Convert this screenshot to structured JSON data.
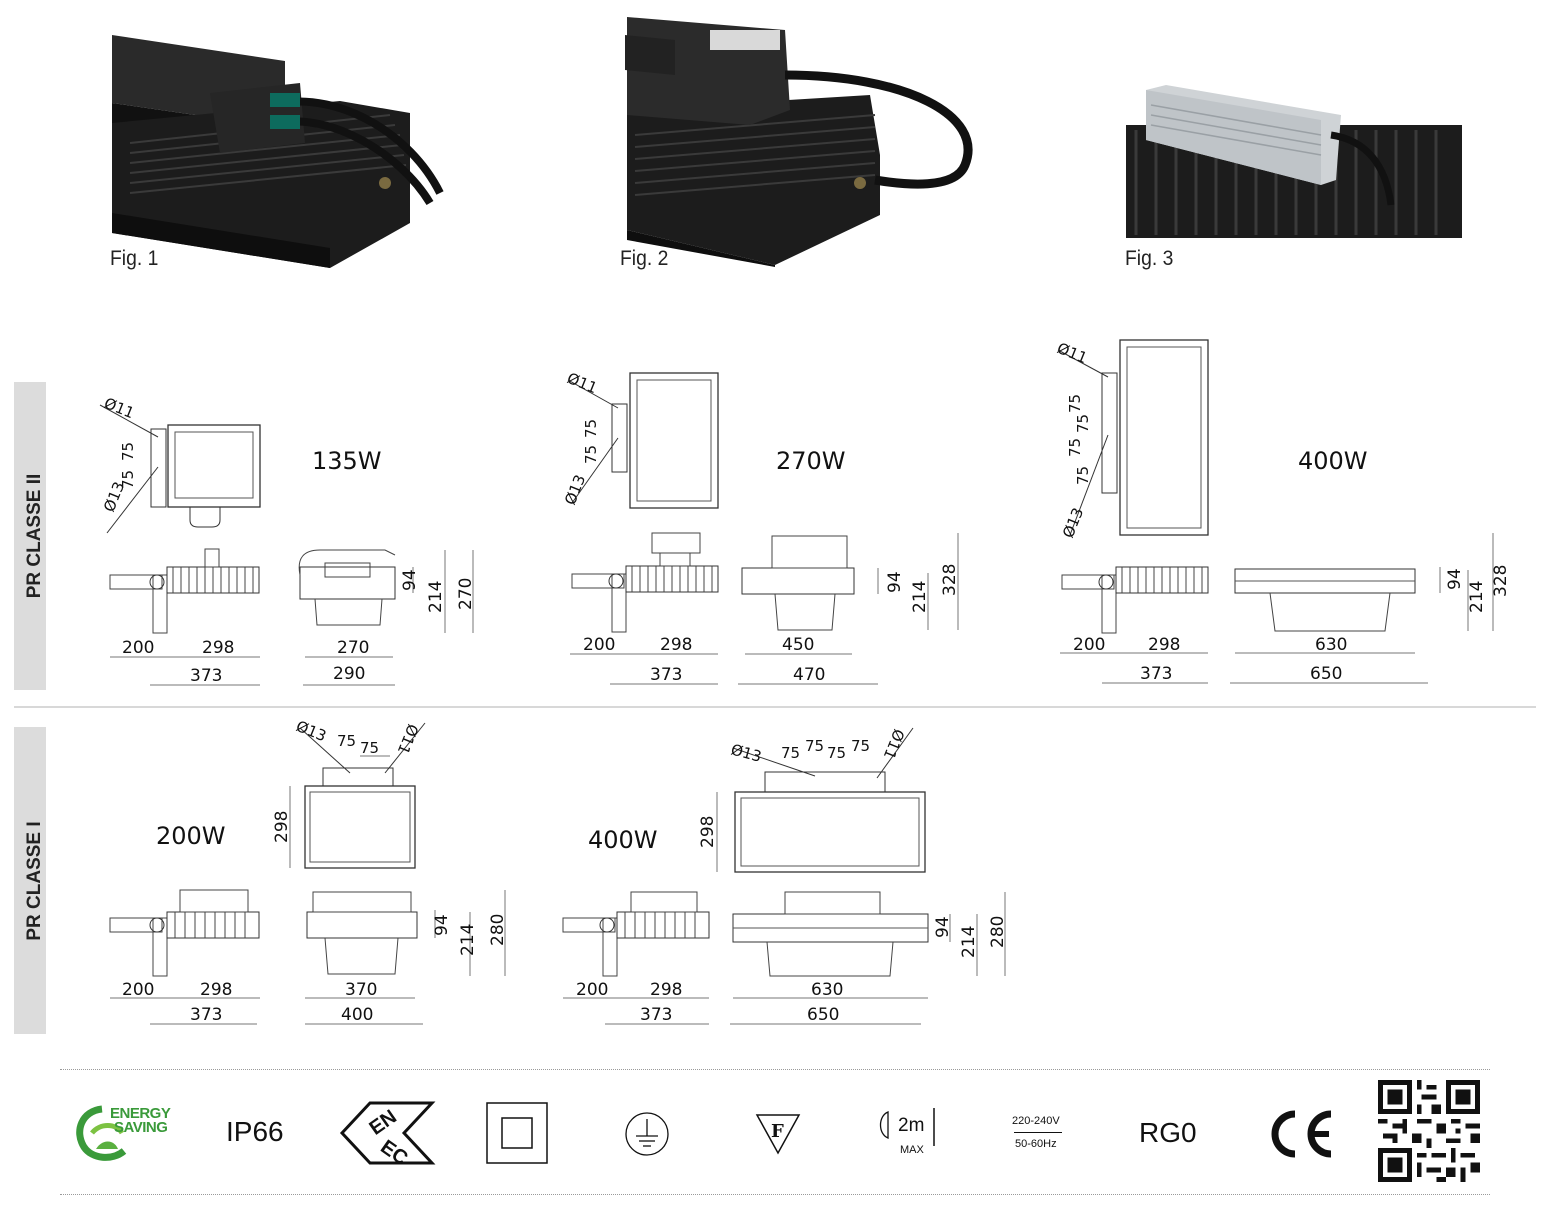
{
  "figures": [
    {
      "caption": "Fig. 1"
    },
    {
      "caption": "Fig. 2"
    },
    {
      "caption": "Fig. 3"
    }
  ],
  "sections": [
    {
      "label": "PR CLASSE II"
    },
    {
      "label": "PR CLASSE I"
    }
  ],
  "classe2": [
    {
      "power": "135W",
      "bracket_hole": "Ø11",
      "fixing_hole": "Ø13",
      "spacing": [
        "75",
        "75"
      ],
      "side_w1": "200",
      "side_w2": "298",
      "side_total": "373",
      "front_w": "270",
      "front_total": "290",
      "h1": "94",
      "h2": "214",
      "h3": "270"
    },
    {
      "power": "270W",
      "bracket_hole": "Ø11",
      "fixing_hole": "Ø13",
      "spacing": [
        "75",
        "75"
      ],
      "side_w1": "200",
      "side_w2": "298",
      "side_total": "373",
      "front_w": "450",
      "front_total": "470",
      "h1": "94",
      "h2": "214",
      "h3": "328"
    },
    {
      "power": "400W",
      "bracket_hole": "Ø11",
      "fixing_hole": "Ø13",
      "spacing": [
        "75",
        "75",
        "75",
        "75"
      ],
      "side_w1": "200",
      "side_w2": "298",
      "side_total": "373",
      "front_w": "630",
      "front_total": "650",
      "h1": "94",
      "h2": "214",
      "h3": "328"
    }
  ],
  "classe1": [
    {
      "power": "200W",
      "fixing_hole": "Ø13",
      "bracket_hole": "Ø11",
      "spacing": [
        "75",
        "75"
      ],
      "depth": "298",
      "side_w1": "200",
      "side_w2": "298",
      "side_total": "373",
      "front_w": "370",
      "front_total": "400",
      "h1": "94",
      "h2": "214",
      "h3": "280"
    },
    {
      "power": "400W",
      "fixing_hole": "Ø13",
      "bracket_hole": "Ø11",
      "spacing": [
        "75",
        "75",
        "75",
        "75"
      ],
      "depth": "298",
      "side_w1": "200",
      "side_w2": "298",
      "side_total": "373",
      "front_w": "630",
      "front_total": "650",
      "h1": "94",
      "h2": "214",
      "h3": "280"
    }
  ],
  "certifications": {
    "energy_saving": {
      "line1": "ENERGY",
      "line2": "SAVING",
      "icon": "energy-saving-leaf-icon"
    },
    "ip": "IP66",
    "enec": {
      "icon": "enec-mark-icon",
      "letters": "ENEC"
    },
    "class_ii": {
      "icon": "double-insulation-square-icon"
    },
    "earth": {
      "icon": "earth-ground-icon"
    },
    "f_mark": {
      "icon": "f-triangle-icon",
      "letter": "F"
    },
    "distance": {
      "value": "2m",
      "label": "MAX",
      "icon": "min-distance-icon"
    },
    "voltage": {
      "top": "220-240V",
      "bottom": "50-60Hz"
    },
    "risk_group": "RG0",
    "ce": {
      "icon": "ce-mark-icon",
      "text": "CE"
    },
    "qr": {
      "icon": "qr-code-icon"
    }
  },
  "colors": {
    "band": "#dcdcdc",
    "heatsink": "#1b1b1b",
    "energy_green": "#3a9a3a"
  }
}
